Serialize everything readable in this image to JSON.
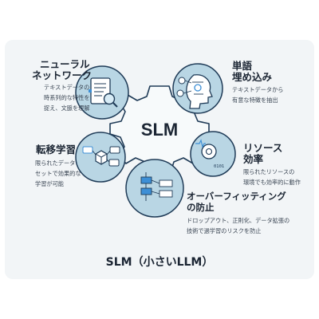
{
  "center_label": "SLM",
  "footer_title": "SLM（小さいLLM）",
  "nodes": {
    "neural_network": {
      "title_line1": "ニューラル",
      "title_line2": "ネットワーク",
      "desc_line1": "テキストデータの",
      "desc_line2": "時系列的な特性を",
      "desc_line3": "捉え、文脈を理解",
      "icon": "document-search-icon"
    },
    "word_embedding": {
      "title_line1": "単語",
      "title_line2": "埋め込み",
      "desc_line1": "テキストデータから",
      "desc_line2": "有意な特徴を抽出",
      "icon": "ai-head-icon"
    },
    "transfer_learning": {
      "title": "転移学習",
      "desc_line1": "限られたデータ",
      "desc_line2": "セットで効果的な",
      "desc_line3": "学習が可能",
      "icon": "transfer-network-icon"
    },
    "resource_efficiency": {
      "title_line1": "リソース",
      "title_line2": "効率",
      "desc_line1": "限られたリソースの",
      "desc_line2": "環境でも効率的に動作",
      "icon": "gear-binary-icon"
    },
    "overfitting": {
      "title_line1": "オーバーフィッティング",
      "title_line2": "の防止",
      "desc_line1": "ドロップアウト、正則化、データ拡張の",
      "desc_line2": "技術で過学習のリスクを防止",
      "icon": "flowchart-icon"
    }
  },
  "colors": {
    "card_bg": "#f2f5f7",
    "circle_fill": "#b9d6e4",
    "circle_stroke": "#1f3b57",
    "gear_stroke": "#1f3b57",
    "accent_blue": "#3d8fd6",
    "text_dark": "#1b2533"
  }
}
